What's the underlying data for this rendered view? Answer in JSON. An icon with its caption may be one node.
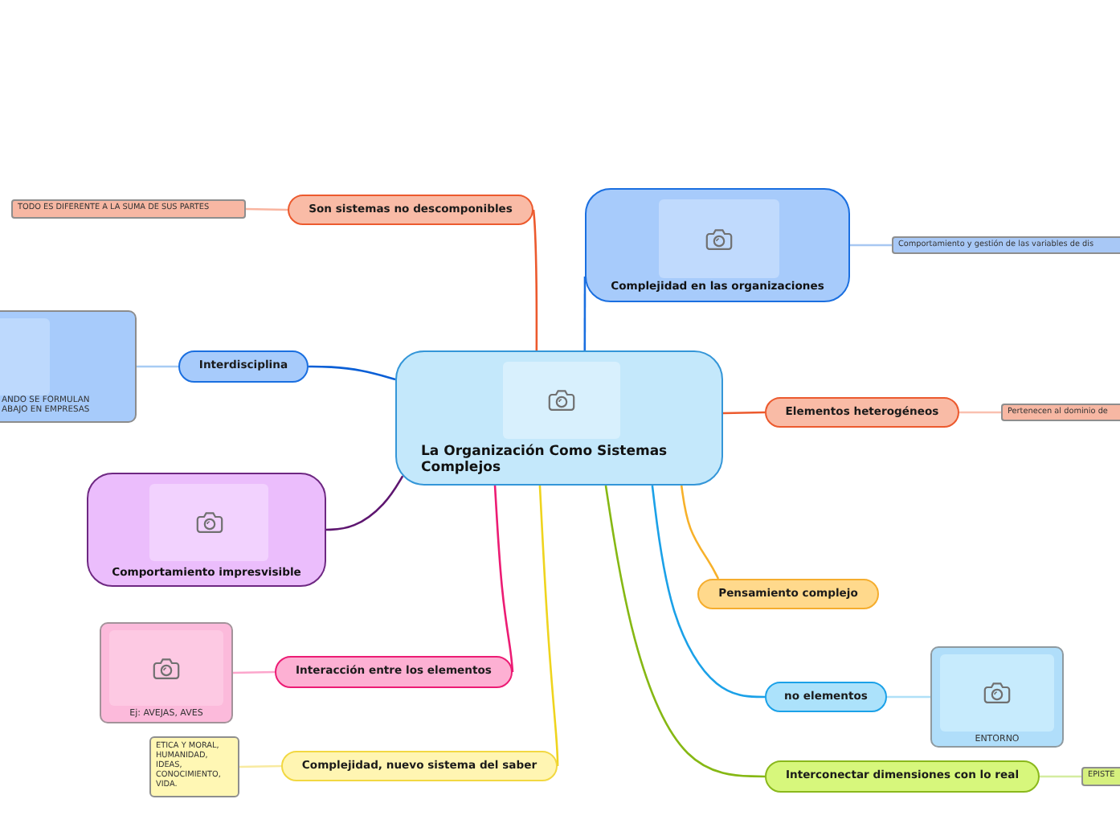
{
  "diagram": {
    "nodes": [
      {
        "text": [
          "La Organización Como Sistemas Complejos"
        ]
      },
      {
        "text": [
          "Son sistemas no descomponibles"
        ]
      },
      {
        "text": [
          "TODO ES DIFERENTE A LA SUMA DE SUS PARTES"
        ]
      },
      {
        "text": [
          "Complejidad en las organizaciones"
        ]
      },
      {
        "text": [
          "Comportamiento y gestión de las variables de dis"
        ]
      },
      {
        "text": [
          "Interdisciplina"
        ]
      },
      {
        "text": [
          "ANDO SE FORMULAN ABAJO EN EMPRESAS"
        ]
      },
      {
        "text": [
          "Elementos heterogéneos"
        ]
      },
      {
        "text": [
          "Pertenecen al dominio de"
        ]
      },
      {
        "text": [
          "Comportamiento impresvisible"
        ]
      },
      {
        "text": [
          "Pensamiento complejo"
        ]
      },
      {
        "text": [
          "Interacción entre los elementos"
        ]
      },
      {
        "text": [
          "Ej: AVEJAS, AVES"
        ]
      },
      {
        "text": [
          "no elementos"
        ]
      },
      {
        "text": [
          "ENTORNO"
        ]
      },
      {
        "text": [
          "Complejidad, nuevo sistema del saber"
        ]
      },
      {
        "text": [
          "ETICA Y MORAL, HUMANIDAD, IDEAS, CONOCIMIENTO, VIDA."
        ]
      },
      {
        "text": [
          "Interconectar dimensiones con lo real"
        ]
      },
      {
        "text": [
          "EPISTE"
        ]
      }
    ],
    "edges": [
      {
        "from": 0,
        "to": 1,
        "arrow": "none",
        "color": "#ec5a2e"
      },
      {
        "from": 1,
        "to": 2,
        "arrow": "none",
        "color": "#f9b5a0"
      },
      {
        "from": 0,
        "to": 3,
        "arrow": "none",
        "color": "#1a6fe0"
      },
      {
        "from": 3,
        "to": 4,
        "arrow": "none",
        "color": "#a8c8f2"
      },
      {
        "from": 0,
        "to": 5,
        "arrow": "none",
        "color": "#0a5fd6"
      },
      {
        "from": 5,
        "to": 6,
        "arrow": "none",
        "color": "#a8ccf4"
      },
      {
        "from": 0,
        "to": 7,
        "arrow": "none",
        "color": "#ec5a2e"
      },
      {
        "from": 7,
        "to": 8,
        "arrow": "none",
        "color": "#f9c0b0"
      },
      {
        "from": 0,
        "to": 9,
        "arrow": "none",
        "color": "#5e1670"
      },
      {
        "from": 0,
        "to": 10,
        "arrow": "none",
        "color": "#f7b12a"
      },
      {
        "from": 0,
        "to": 11,
        "arrow": "none",
        "color": "#ec1c74"
      },
      {
        "from": 11,
        "to": 12,
        "arrow": "none",
        "color": "#fca6cc"
      },
      {
        "from": 0,
        "to": 13,
        "arrow": "none",
        "color": "#1ba1e8"
      },
      {
        "from": 13,
        "to": 14,
        "arrow": "none",
        "color": "#b0e0f8"
      },
      {
        "from": 0,
        "to": 15,
        "arrow": "none",
        "color": "#efd41e"
      },
      {
        "from": 15,
        "to": 16,
        "arrow": "none",
        "color": "#f8eaa0"
      },
      {
        "from": 0,
        "to": 17,
        "arrow": "none",
        "color": "#86b814"
      },
      {
        "from": 17,
        "to": 18,
        "arrow": "none",
        "color": "#d4eca0"
      }
    ]
  }
}
